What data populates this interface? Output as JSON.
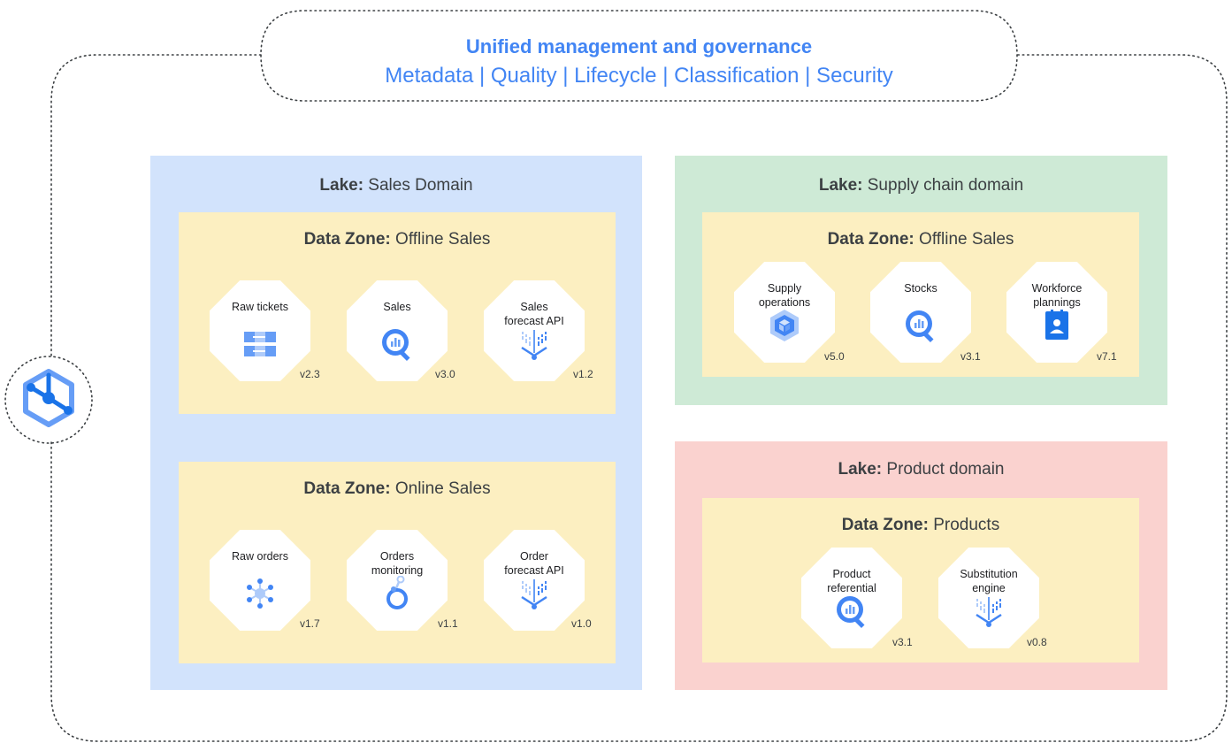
{
  "header": {
    "title": "Unified management and governance",
    "subtitle": "Metadata | Quality | Lifecycle | Classification | Security"
  },
  "hub": {
    "icon": "dataplex-icon"
  },
  "lakes": [
    {
      "prefix": "Lake:",
      "name": " Sales Domain",
      "color": "#d2e3fc",
      "zones": [
        {
          "prefix": "Data Zone:",
          "name": " Offline Sales",
          "products": [
            {
              "label": "Raw tickets",
              "version": "v2.3",
              "icon": "storage-icon"
            },
            {
              "label": "Sales",
              "version": "v3.0",
              "icon": "bigquery-icon"
            },
            {
              "label": "Sales\nforecast API",
              "version": "v1.2",
              "icon": "vertex-ai-icon"
            }
          ]
        },
        {
          "prefix": "Data Zone:",
          "name": " Online Sales",
          "products": [
            {
              "label": "Raw orders",
              "version": "v1.7",
              "icon": "pubsub-icon"
            },
            {
              "label": "Orders\nmonitoring",
              "version": "v1.1",
              "icon": "looker-icon"
            },
            {
              "label": "Order\nforecast API",
              "version": "v1.0",
              "icon": "vertex-ai-icon"
            }
          ]
        }
      ]
    },
    {
      "prefix": "Lake:",
      "name": " Supply chain domain",
      "color": "#ceead6",
      "zones": [
        {
          "prefix": "Data Zone:",
          "name": " Offline Sales",
          "products": [
            {
              "label": "Supply\noperations",
              "version": "v5.0",
              "icon": "cube-icon"
            },
            {
              "label": "Stocks",
              "version": "v3.1",
              "icon": "bigquery-icon"
            },
            {
              "label": "Workforce\nplannings",
              "version": "v7.1",
              "icon": "badge-icon"
            }
          ]
        }
      ]
    },
    {
      "prefix": "Lake:",
      "name": " Product domain",
      "color": "#fad2cf",
      "zones": [
        {
          "prefix": "Data Zone:",
          "name": " Products",
          "products": [
            {
              "label": "Product\nreferential",
              "version": "v3.1",
              "icon": "bigquery-icon"
            },
            {
              "label": "Substitution\nengine",
              "version": "v0.8",
              "icon": "vertex-ai-icon"
            }
          ]
        }
      ]
    }
  ]
}
